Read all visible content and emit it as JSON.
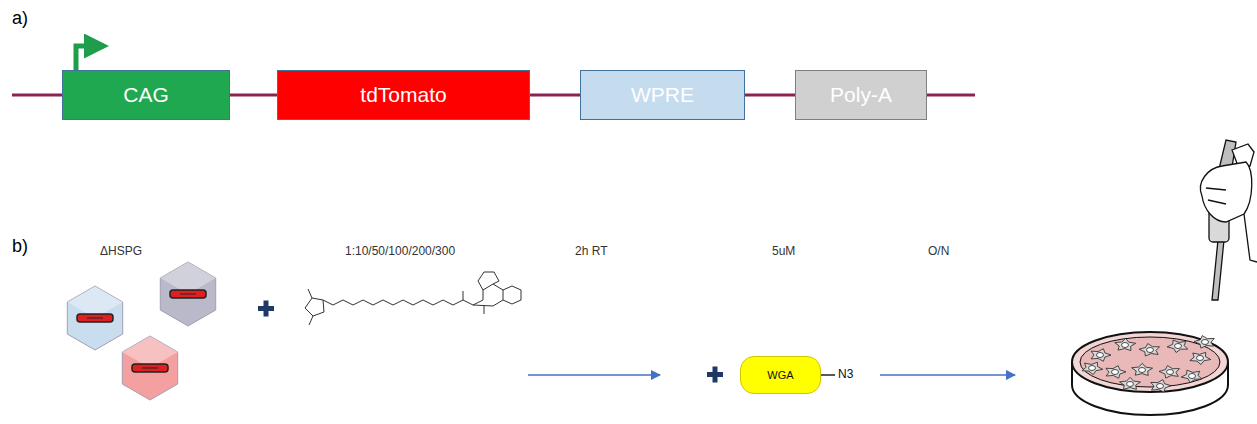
{
  "diagram": {
    "nodes": [
      {
        "text": [
          "CAG"
        ]
      },
      {
        "text": [
          "tdTomato"
        ]
      },
      {
        "text": [
          "WPRE"
        ]
      },
      {
        "text": [
          "Poly-A"
        ]
      },
      {
        "text": [
          "WGA"
        ]
      }
    ],
    "edges": [
      {
        "from": 0,
        "to": 1,
        "arrow": "none"
      },
      {
        "from": 1,
        "to": 2,
        "arrow": "none"
      },
      {
        "from": 2,
        "to": 3,
        "arrow": "none"
      }
    ],
    "labels": [
      "a)",
      "b)",
      "ΔHSPG",
      "1:10/50/100/200/300",
      "2h RT",
      "5uM",
      "O/N",
      "N3"
    ]
  }
}
